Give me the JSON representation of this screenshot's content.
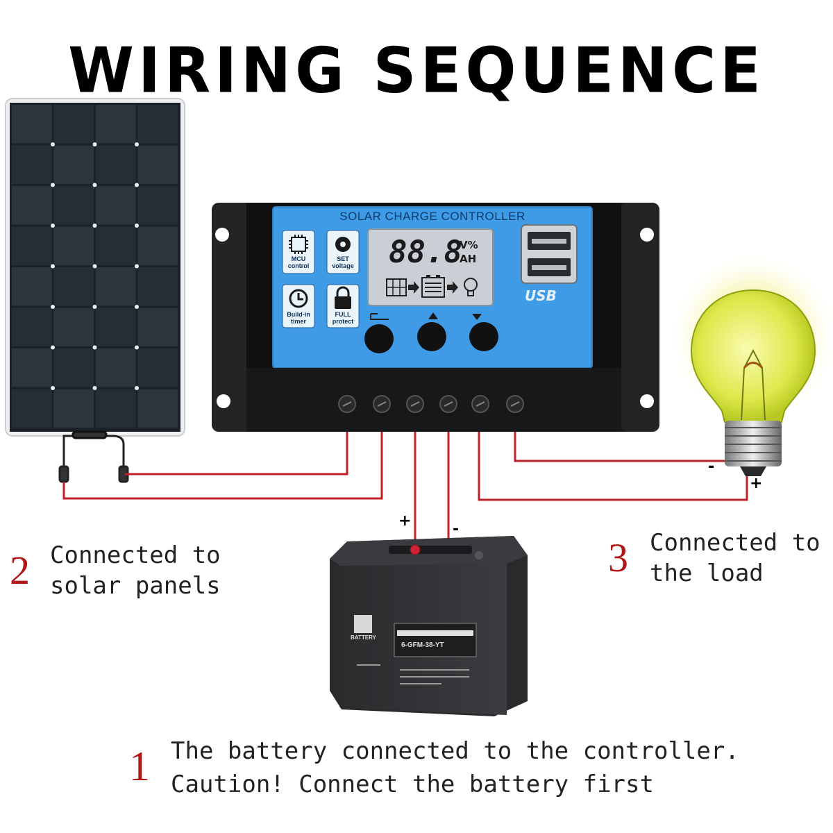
{
  "title": "WIRING SEQUENCE",
  "controller": {
    "label": "SOLAR CHARGE CONTROLLER",
    "display_digits": "88.8",
    "display_unit_top": "V%",
    "display_unit_bottom": "AH",
    "usb_label": "USB",
    "features": [
      {
        "icon": "chip-icon",
        "line1": "MCU",
        "line2": "control"
      },
      {
        "icon": "gear-icon",
        "line1": "SET",
        "line2": "voltage"
      },
      {
        "icon": "clock-icon",
        "line1": "Build-in",
        "line2": "timer"
      },
      {
        "icon": "lock-icon",
        "line1": "FULL",
        "line2": "protect"
      }
    ]
  },
  "battery": {
    "brand": "BATTERY",
    "model": "6-GFM-38-YT"
  },
  "polarity": {
    "battery_plus": "+",
    "battery_minus": "-",
    "load_plus": "+",
    "load_minus": "-"
  },
  "steps": {
    "step1": {
      "number": "1",
      "line1": "The battery connected to the controller.",
      "line2": "Caution! Connect the battery first"
    },
    "step2": {
      "number": "2",
      "line1": "Connected to",
      "line2": "solar panels"
    },
    "step3": {
      "number": "3",
      "line1": "Connected to",
      "line2": "the load"
    }
  },
  "colors": {
    "wire": "#c0202a",
    "panel_blue": "#3f9be6",
    "controller_body": "#1b1b1d"
  }
}
